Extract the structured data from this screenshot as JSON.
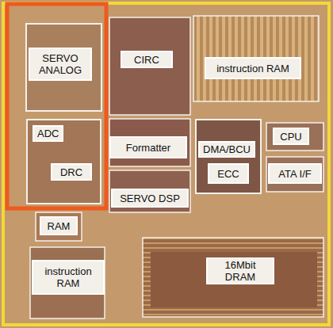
{
  "diagram": {
    "nodes": [
      {
        "text": [
          "SERVO ANALOG"
        ]
      },
      {
        "text": [
          "CIRC"
        ]
      },
      {
        "text": [
          "instruction RAM"
        ]
      },
      {
        "text": [
          "ADC"
        ]
      },
      {
        "text": [
          "DRC"
        ],
        "in": 3
      },
      {
        "text": [
          "Formatter"
        ]
      },
      {
        "text": [
          "DMA/BCU"
        ]
      },
      {
        "text": [
          "ECC"
        ],
        "in": 6
      },
      {
        "text": [
          "CPU"
        ]
      },
      {
        "text": [
          "ATA I/F"
        ]
      },
      {
        "text": [
          "SERVO DSP"
        ]
      },
      {
        "text": [
          "RAM"
        ]
      },
      {
        "text": [
          "instruction RAM"
        ]
      },
      {
        "text": [
          "16Mbit DRAM"
        ]
      }
    ]
  }
}
